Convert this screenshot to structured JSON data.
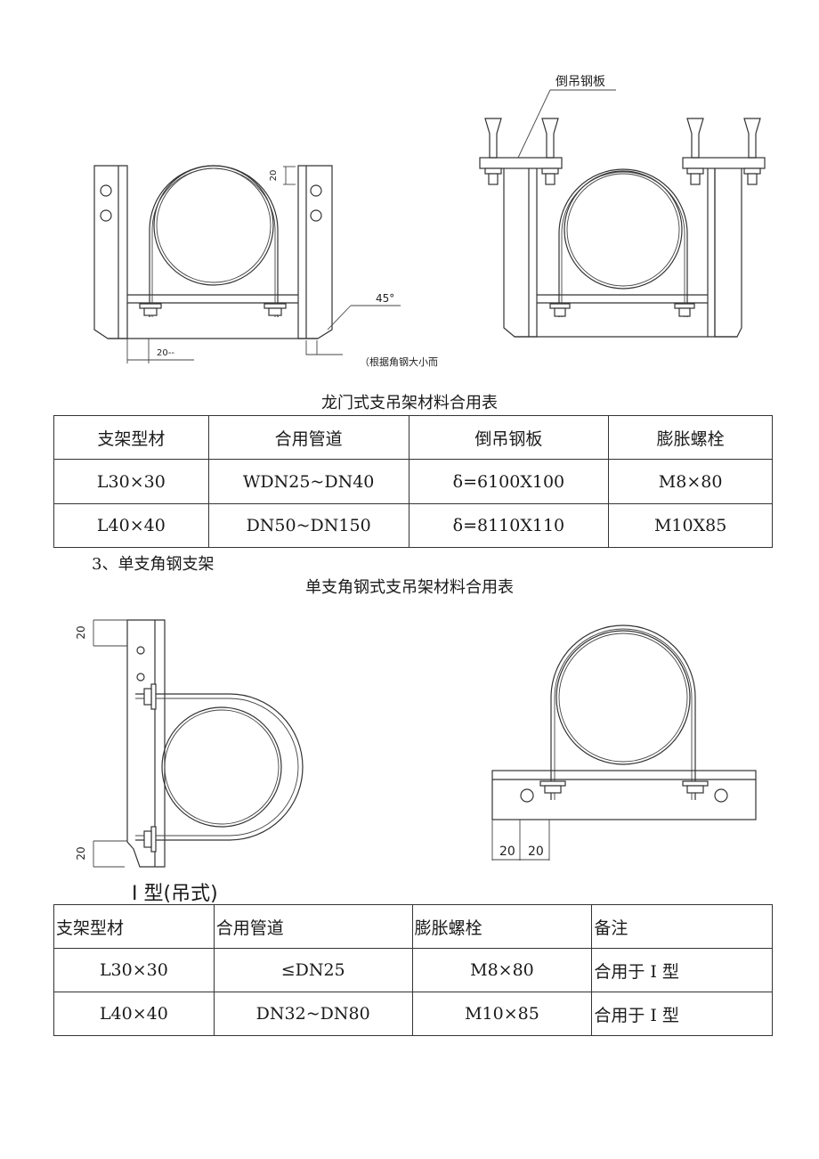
{
  "figure1": {
    "left_drawing": {
      "dim_top": "20",
      "dim_bottom": "20--",
      "angle": "45°",
      "note": "（根据角钢大小而"
    },
    "right_drawing": {
      "leader_label": "倒吊钢板"
    }
  },
  "table1": {
    "title": "龙门式支吊架材料合用表",
    "headers": [
      "支架型材",
      "合用管道",
      "倒吊钢板",
      "膨胀螺栓"
    ],
    "rows": [
      [
        "L30×30",
        "WDN25~DN40",
        "δ=6100X100",
        "M8×80"
      ],
      [
        "L40×40",
        "DN50~DN150",
        "δ=8110X110",
        "M10X85"
      ]
    ]
  },
  "section3": {
    "heading": "3、单支角钢支架",
    "table_title": "单支角钢式支吊架材料合用表"
  },
  "figure2": {
    "left_drawing": {
      "dim_top": "20",
      "dim_bottom": "20",
      "type_label": "I 型(吊式)"
    },
    "right_drawing": {
      "dim_a": "20",
      "dim_b": "20"
    }
  },
  "table2": {
    "headers": [
      "支架型材",
      "合用管道",
      "膨胀螺栓",
      "备注"
    ],
    "rows": [
      [
        "L30×30",
        "≤DN25",
        "M8×80",
        "合用于 I 型"
      ],
      [
        "L40×40",
        "DN32~DN80",
        "M10×85",
        "合用于 I 型"
      ]
    ]
  }
}
